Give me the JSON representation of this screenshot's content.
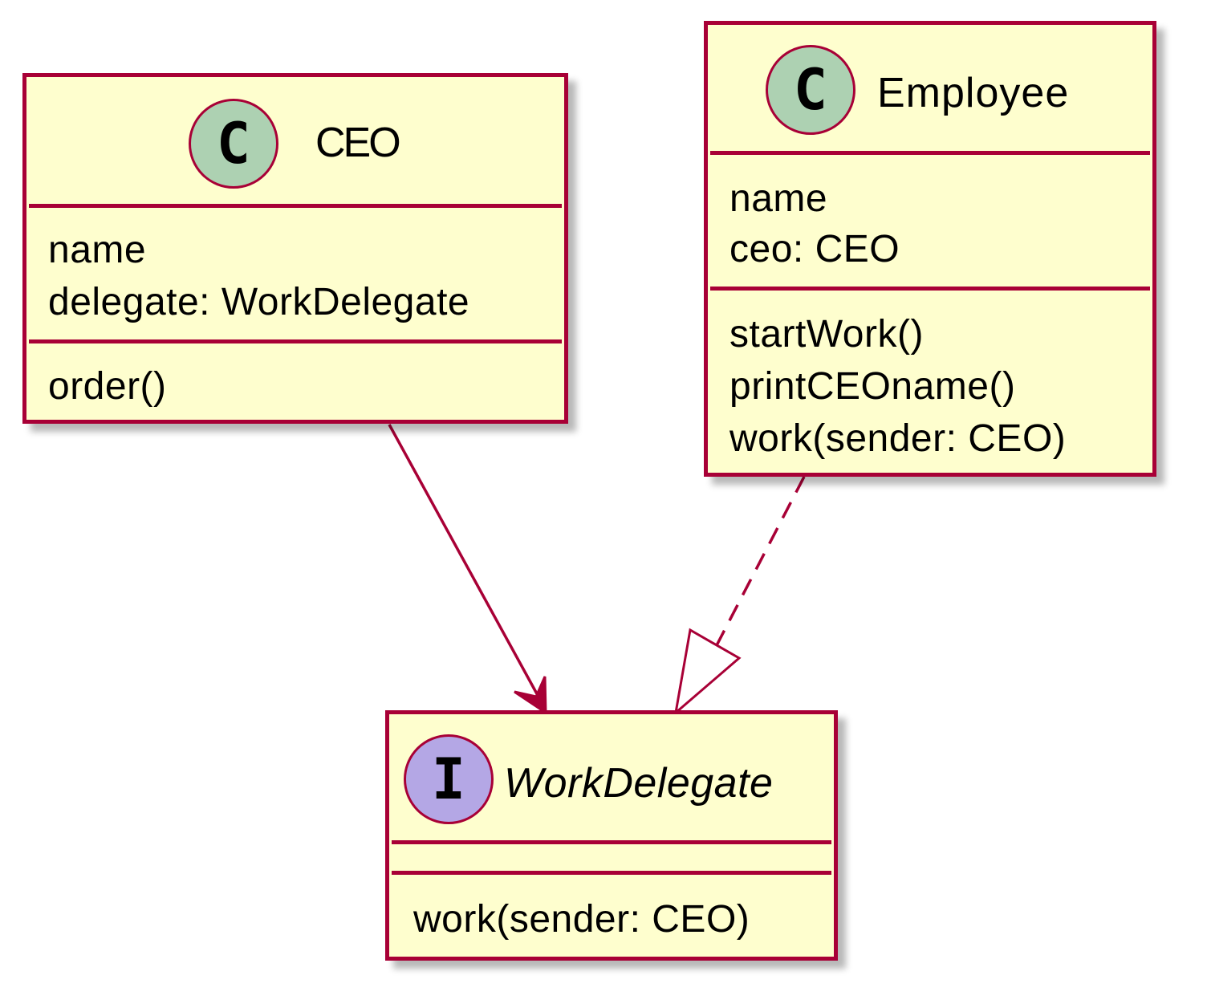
{
  "colors": {
    "box_fill": "#FEFECE",
    "border": "#A80036",
    "class_badge": "#ADD1B2",
    "interface_badge": "#B4A7E5"
  },
  "classes": {
    "ceo": {
      "badge_letter": "C",
      "badge_icon": "class-circle-icon",
      "name": "CEO",
      "attributes": [
        "name",
        "delegate: WorkDelegate"
      ],
      "methods": [
        "order()"
      ]
    },
    "employee": {
      "badge_letter": "C",
      "badge_icon": "class-circle-icon",
      "name": "Employee",
      "attributes": [
        "name",
        "ceo: CEO"
      ],
      "methods": [
        "startWork()",
        "printCEOname()",
        "work(sender: CEO)"
      ]
    },
    "work_delegate": {
      "badge_letter": "I",
      "badge_icon": "interface-circle-icon",
      "name": "WorkDelegate",
      "stereotype": "interface",
      "attributes": [],
      "methods": [
        "work(sender: CEO)"
      ]
    }
  },
  "relations": [
    {
      "from": "CEO",
      "to": "WorkDelegate",
      "type": "association"
    },
    {
      "from": "Employee",
      "to": "WorkDelegate",
      "type": "realization"
    }
  ]
}
